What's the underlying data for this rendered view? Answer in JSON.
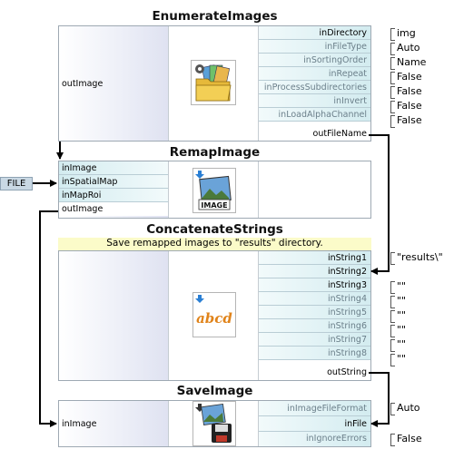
{
  "colors": {
    "port_fill": "#d3ecf0",
    "comment_fill": "#fbfbc9",
    "border": "#9ea9b3"
  },
  "enumerate": {
    "title": "EnumerateImages",
    "out_label": "outImage",
    "icon": "folder-images-icon",
    "inputs": [
      {
        "label": "inDirectory",
        "value": "img"
      },
      {
        "label": "inFileType",
        "value": "Auto"
      },
      {
        "label": "inSortingOrder",
        "value": "Name"
      },
      {
        "label": "inRepeat",
        "value": "False"
      },
      {
        "label": "inProcessSubdirectories",
        "value": "False"
      },
      {
        "label": "inInvert",
        "value": "False"
      },
      {
        "label": "inLoadAlphaChannel",
        "value": "False"
      }
    ],
    "output": "outFileName"
  },
  "remap": {
    "title": "RemapImage",
    "inputs": [
      "inImage",
      "inSpatialMap",
      "inMapRoi"
    ],
    "output": "outImage",
    "icon": "image-icon",
    "icon_text": "IMAGE",
    "file_button": "FILE"
  },
  "concat": {
    "title": "ConcatenateStrings",
    "comment": "Save remapped images to \"results\" directory.",
    "icon": "abcd-icon",
    "icon_text": "abcd",
    "inputs": [
      {
        "label": "inString1",
        "value": "\"results\\\""
      },
      {
        "label": "inString2",
        "value": ""
      },
      {
        "label": "inString3",
        "value": "\"\""
      },
      {
        "label": "inString4",
        "value": "\"\""
      },
      {
        "label": "inString5",
        "value": "\"\""
      },
      {
        "label": "inString6",
        "value": "\"\""
      },
      {
        "label": "inString7",
        "value": "\"\""
      },
      {
        "label": "inString8",
        "value": "\"\""
      }
    ],
    "output": "outString"
  },
  "save": {
    "title": "SaveImage",
    "in_label": "inImage",
    "icon": "save-image-icon",
    "inputs": [
      {
        "label": "inImageFileFormat",
        "value": "Auto"
      },
      {
        "label": "inFile",
        "value": ""
      },
      {
        "label": "inIgnoreErrors",
        "value": "False"
      }
    ]
  }
}
